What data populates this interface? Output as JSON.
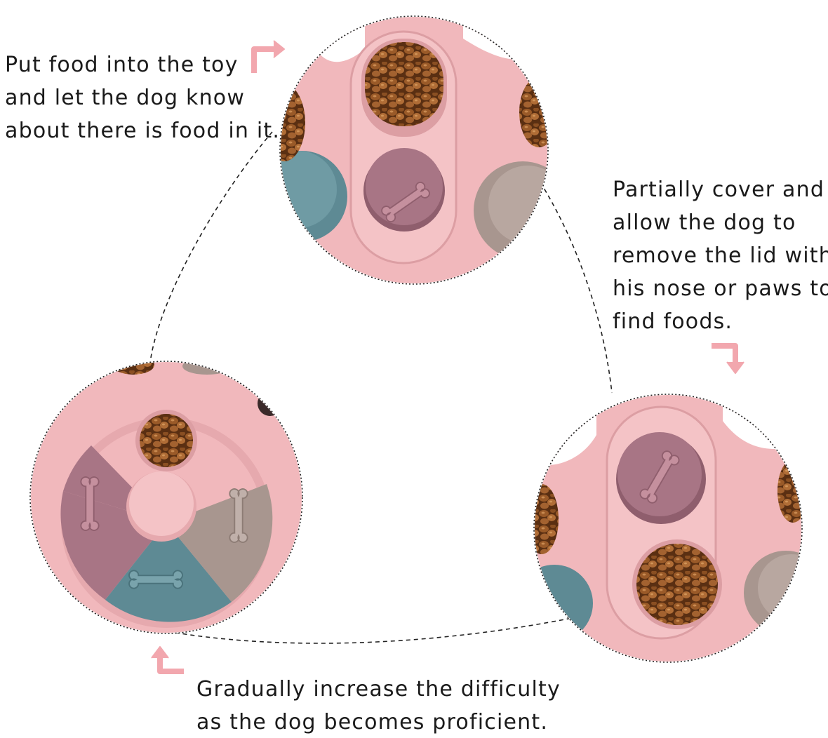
{
  "captions": {
    "step1": [
      "Put food into the toy",
      "and let the dog know",
      "about there is food in it."
    ],
    "step2": [
      "Partially cover and",
      "allow the dog to",
      "remove the lid with",
      "his nose or paws to",
      "find foods."
    ],
    "step3": [
      "Gradually increase the difficulty",
      "as the dog becomes proficient."
    ]
  },
  "colors": {
    "toy_pink": "#f1b8bc",
    "toy_pink_shadow": "#dc9ea3",
    "lid_mauve": "#a87585",
    "lid_blue": "#5e8a94",
    "lid_taupe": "#a8968f",
    "kibble_brown": "#8a4f22",
    "arrow_pink": "#f2a7ae",
    "connector_line": "#222222"
  },
  "icons": [
    "bone-icon",
    "curved-arrow-icon"
  ]
}
